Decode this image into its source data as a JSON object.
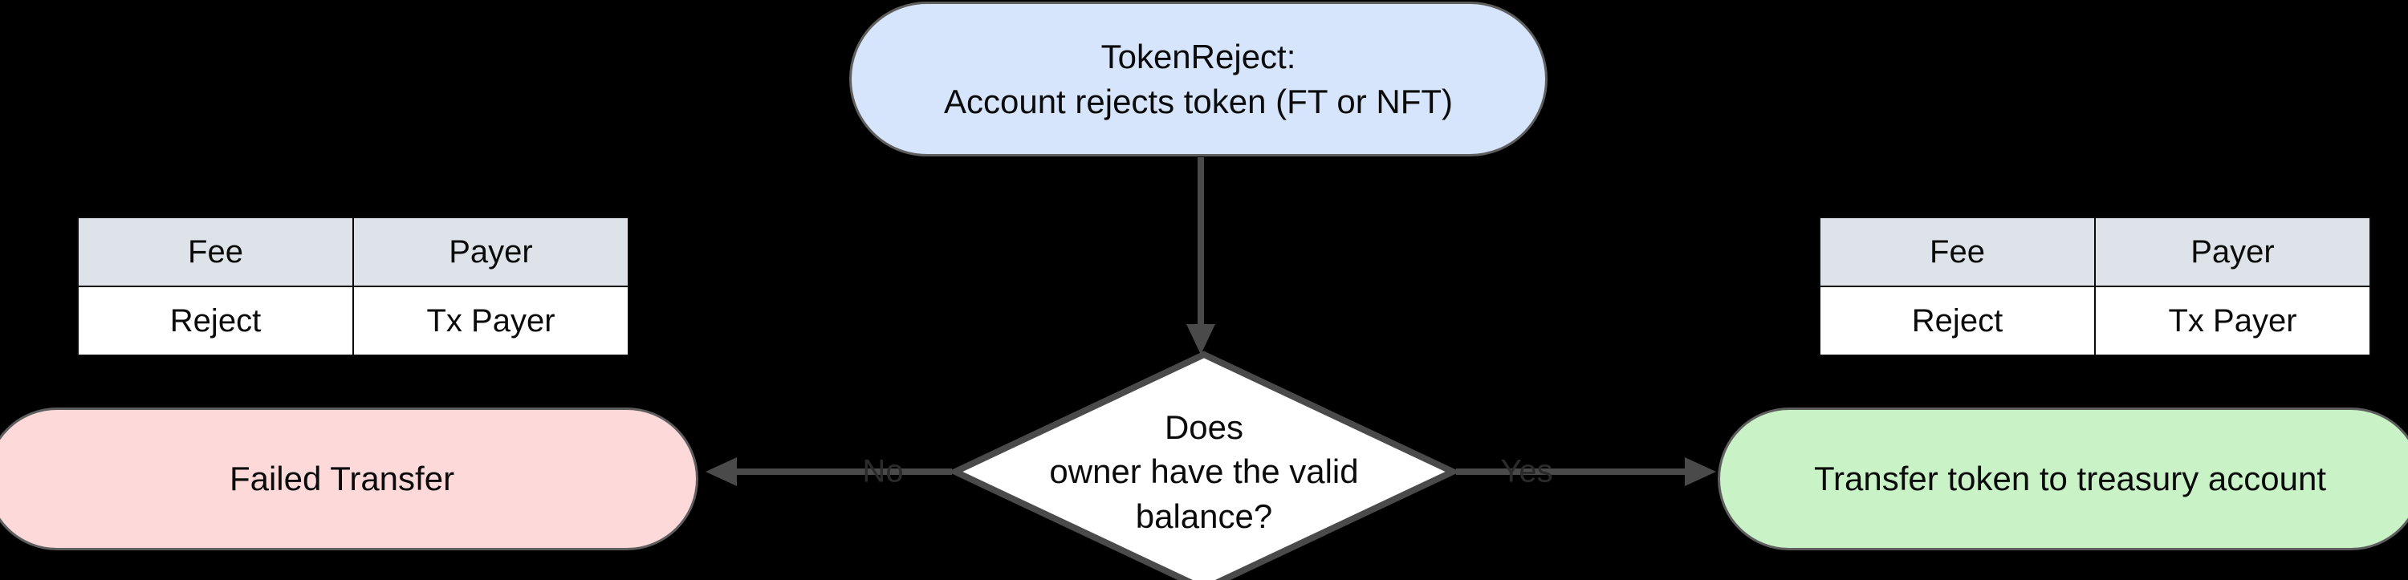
{
  "diagram": {
    "type": "flowchart",
    "direction": "top-down-then-left-right",
    "background_color": "#000000",
    "nodes": {
      "token_reject": {
        "label": "TokenReject:\nAccount rejects token (FT or NFT)",
        "shape": "stadium",
        "fill": "#d6e5fb",
        "stroke": "#5e5e5e"
      },
      "decision": {
        "label": "Does\nowner have the valid\nbalance?",
        "shape": "diamond",
        "fill": "#ffffff",
        "stroke": "#4a4a4a"
      },
      "failed_transfer": {
        "label": "Failed Transfer",
        "shape": "stadium",
        "fill": "#fdd9da",
        "stroke": "#5e5e5e"
      },
      "transfer_treasury": {
        "label": "Transfer token to treasury account",
        "shape": "stadium",
        "fill": "#c9f2c7",
        "stroke": "#5e5e5e"
      }
    },
    "edges": [
      {
        "from": "token_reject",
        "to": "decision",
        "label": ""
      },
      {
        "from": "decision",
        "to": "failed_transfer",
        "label": "No"
      },
      {
        "from": "decision",
        "to": "transfer_treasury",
        "label": "Yes"
      }
    ]
  },
  "fee_table_left": {
    "headers": [
      "Fee",
      "Payer"
    ],
    "rows": [
      [
        "Reject",
        "Tx Payer"
      ]
    ],
    "header_fill": "#dde3e8",
    "cell_fill": "#ffffff"
  },
  "fee_table_right": {
    "headers": [
      "Fee",
      "Payer"
    ],
    "rows": [
      [
        "Reject",
        "Tx Payer"
      ]
    ],
    "header_fill": "#dde3e8",
    "cell_fill": "#ffffff"
  }
}
